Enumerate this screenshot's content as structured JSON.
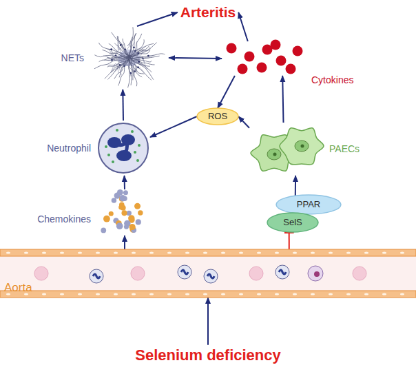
{
  "diagram": {
    "nodes": [
      {
        "text": [
          "Arteritis"
        ]
      },
      {
        "text": [
          "NETs"
        ]
      },
      {
        "text": [
          "Cytokines"
        ]
      },
      {
        "text": [
          "ROS"
        ]
      },
      {
        "text": [
          "Neutrophil"
        ]
      },
      {
        "text": [
          "PAECs"
        ]
      },
      {
        "text": [
          "PPAR"
        ]
      },
      {
        "text": [
          "SelS"
        ]
      },
      {
        "text": [
          "Chemokines"
        ]
      },
      {
        "text": [
          "Aorta"
        ]
      },
      {
        "text": [
          "Selenium deficiency"
        ]
      }
    ],
    "edges": [
      {
        "from": 1,
        "to": 0,
        "arrow": "to"
      },
      {
        "from": 2,
        "to": 0,
        "arrow": "to"
      },
      {
        "from": 1,
        "to": 2,
        "arrow": "both"
      },
      {
        "from": 2,
        "to": 3,
        "arrow": "to"
      },
      {
        "from": 5,
        "to": 3,
        "arrow": "to"
      },
      {
        "from": 3,
        "to": 4,
        "arrow": "to"
      },
      {
        "from": 4,
        "to": 1,
        "arrow": "to"
      },
      {
        "from": 5,
        "to": 2,
        "arrow": "to"
      },
      {
        "from": 6,
        "to": 5,
        "arrow": "to"
      },
      {
        "from": 9,
        "to": 7,
        "arrow": "to"
      },
      {
        "from": 8,
        "to": 4,
        "arrow": "to"
      },
      {
        "from": 9,
        "to": 8,
        "arrow": "to"
      },
      {
        "from": 10,
        "to": 9,
        "arrow": "to"
      }
    ]
  }
}
